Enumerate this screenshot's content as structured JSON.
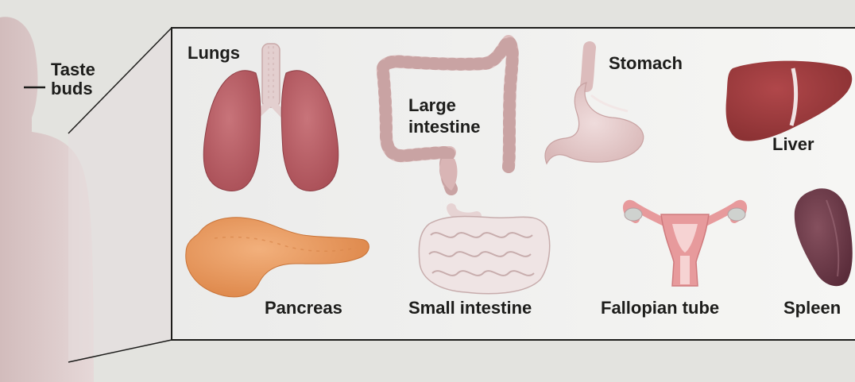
{
  "body_callout": {
    "line1": "Taste",
    "line2": "buds"
  },
  "organs": {
    "lungs": "Lungs",
    "large_intestine_1": "Large",
    "large_intestine_2": "intestine",
    "stomach": "Stomach",
    "liver": "Liver",
    "pancreas": "Pancreas",
    "small_intestine": "Small intestine",
    "fallopian_tube": "Fallopian tube",
    "spleen": "Spleen"
  },
  "colors": {
    "background": "#e3e3df",
    "panel": "#f2f2f0",
    "body_silhouette": "#d8c4c4",
    "lungs": "#b65a5f",
    "large_intestine": "#e1c4c4",
    "stomach": "#e5cccb",
    "liver": "#9b3a39",
    "pancreas": "#e99a5e",
    "small_intestine": "#ecdcdc",
    "uterus": "#e79a9c",
    "spleen": "#6d3a48"
  }
}
